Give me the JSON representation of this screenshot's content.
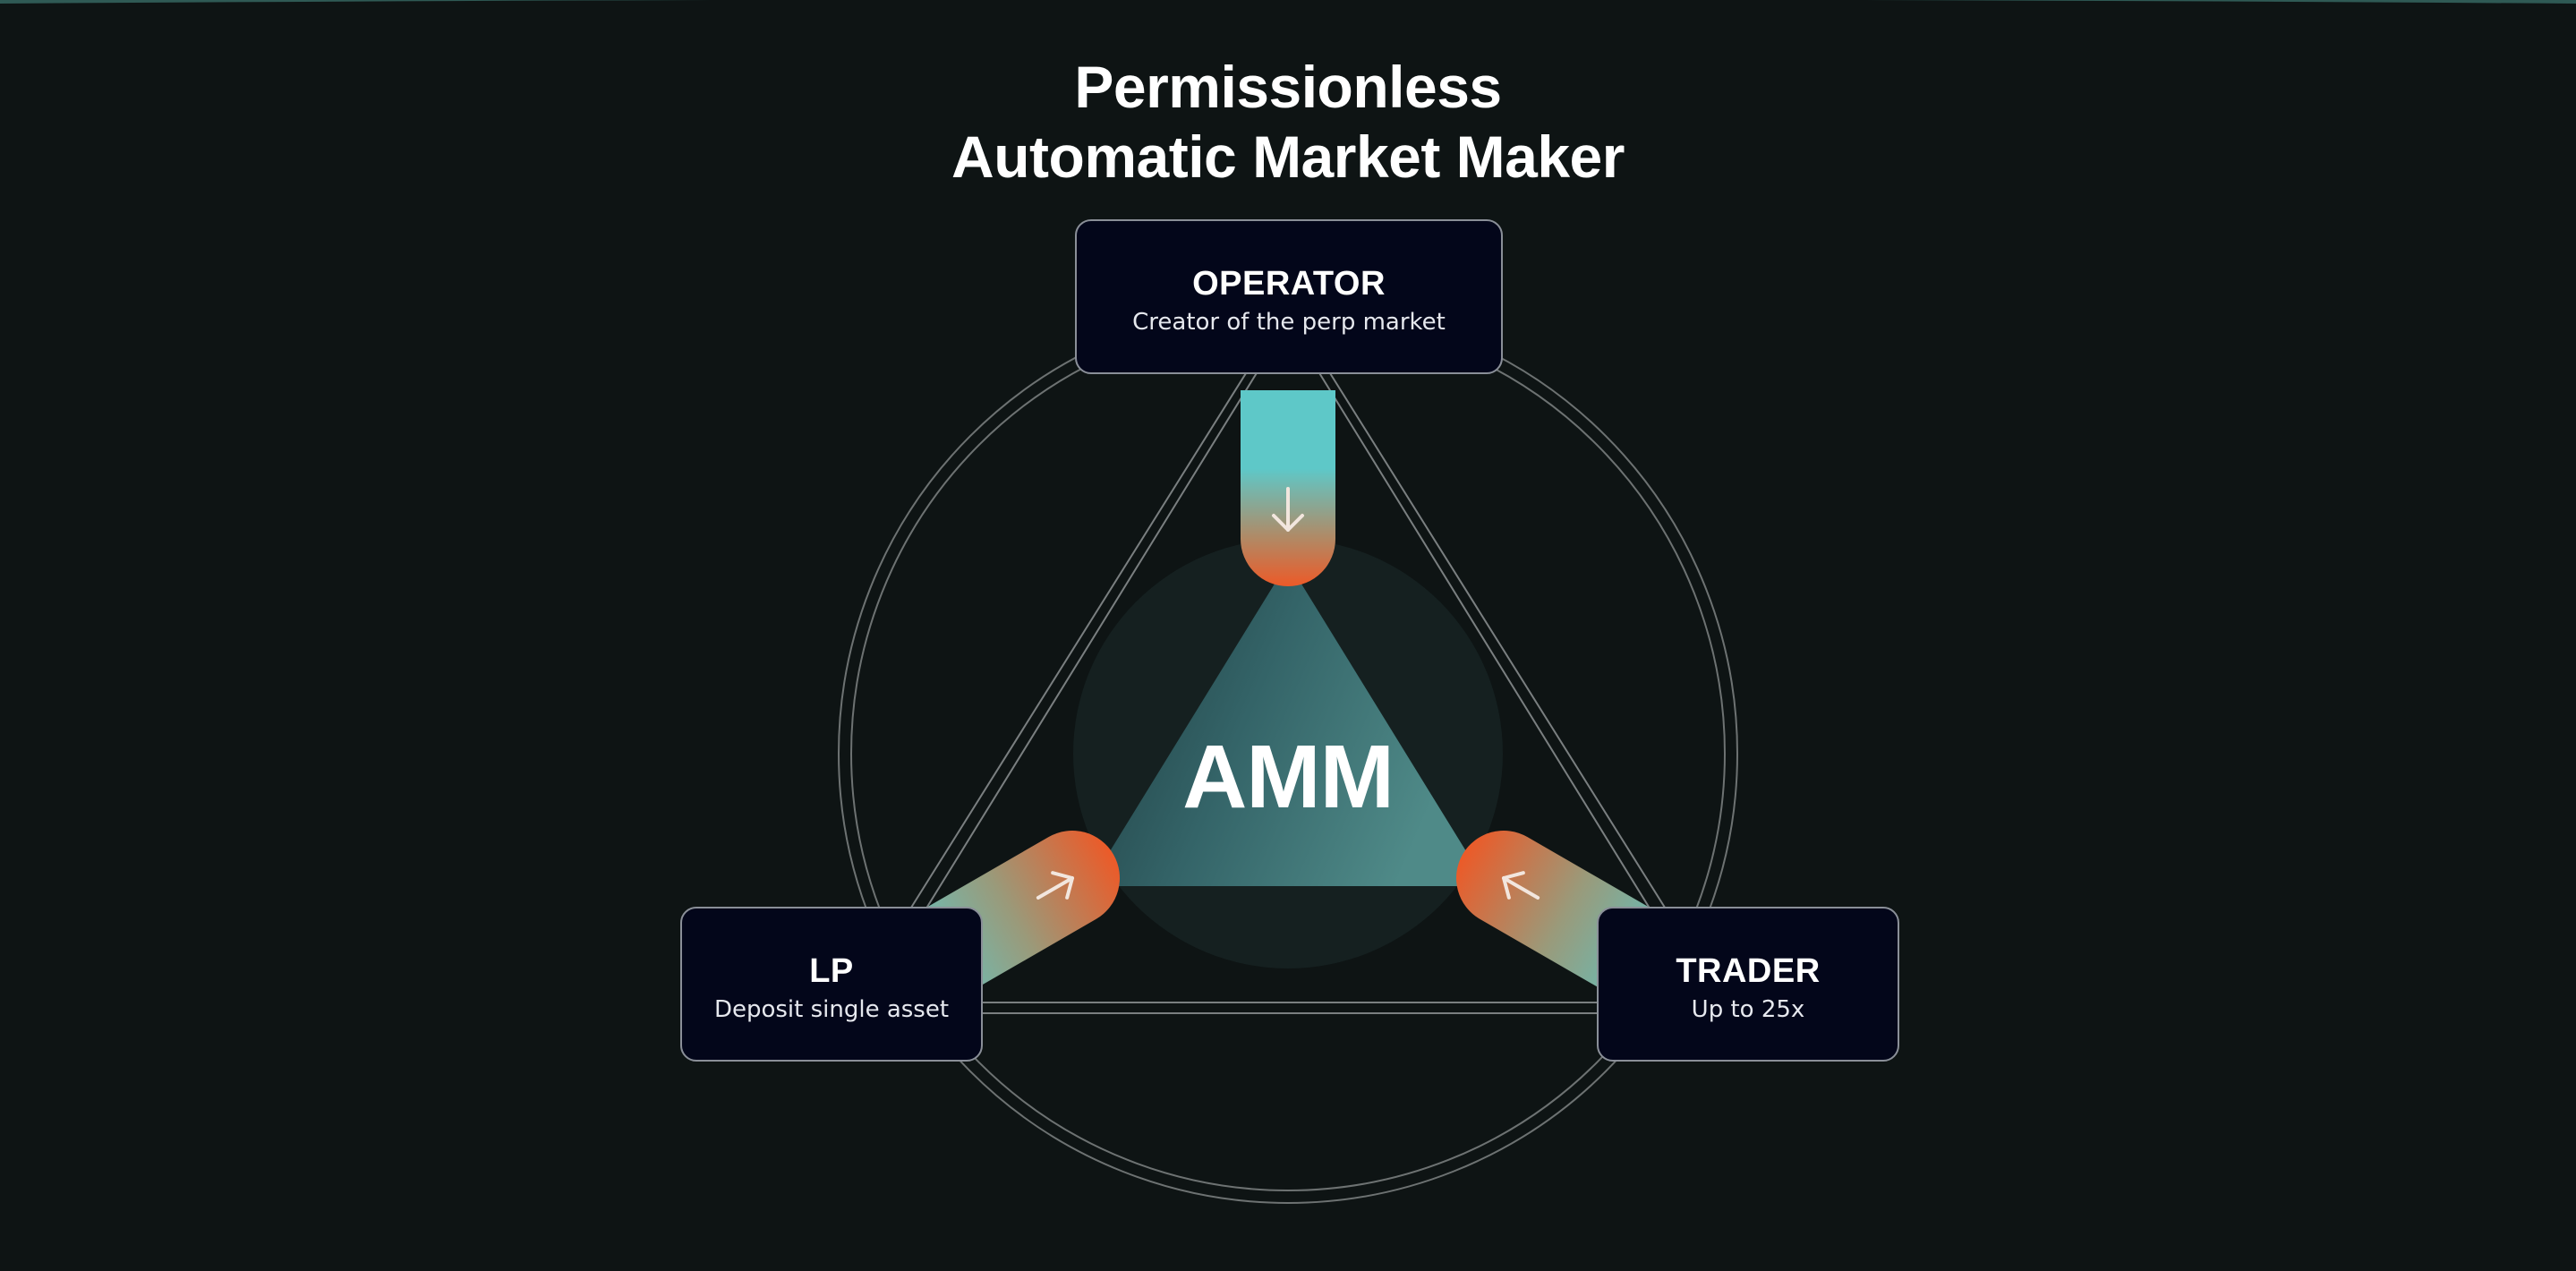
{
  "title": {
    "line1": "Permissionless",
    "line2": "Automatic Market Maker"
  },
  "center": {
    "label": "AMM"
  },
  "nodes": {
    "operator": {
      "name": "OPERATOR",
      "description": "Creator of the perp market"
    },
    "lp": {
      "name": "LP",
      "description": "Deposit single asset"
    },
    "trader": {
      "name": "TRADER",
      "description": "Up to 25x"
    }
  },
  "colors": {
    "background": "#0e1414",
    "card": "#03061a",
    "teal": "#5cc4c4",
    "orange": "#ec5a28",
    "line": "#8a8f98"
  },
  "icons": [
    "arrow-down-icon",
    "arrow-up-right-icon",
    "arrow-up-left-icon"
  ]
}
